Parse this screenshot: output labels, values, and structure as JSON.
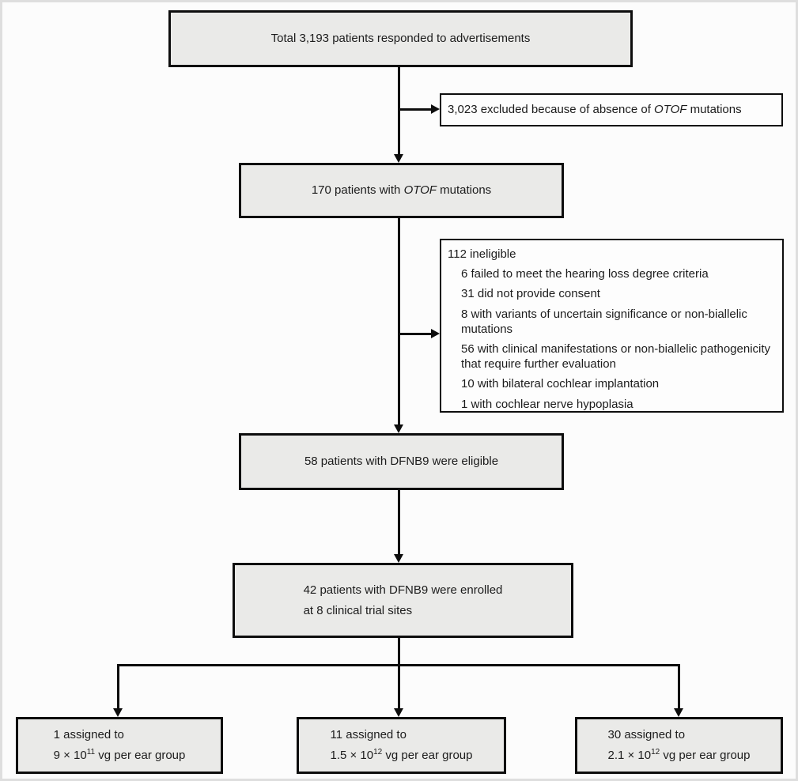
{
  "diagram": {
    "total_box": {
      "text": "Total 3,193 patients responded to advertisements"
    },
    "excluded_box": {
      "prefix": "3,023 excluded because of absence of ",
      "gene": "OTOF",
      "suffix": " mutations"
    },
    "otof_box": {
      "prefix": "170 patients with ",
      "gene": "OTOF",
      "suffix": " mutations"
    },
    "ineligible_box": {
      "header": "112 ineligible",
      "items": [
        "6 failed to meet the hearing loss degree criteria",
        "31 did not provide consent",
        "8 with variants of uncertain significance or non-biallelic mutations",
        "56 with clinical manifestations or non-biallelic pathogenicity that require further evaluation",
        "10 with bilateral cochlear implantation",
        "1 with cochlear nerve hypoplasia"
      ]
    },
    "eligible_box": {
      "text": "58 patients with DFNB9 were eligible"
    },
    "enrolled_box": {
      "line1": "42 patients with DFNB9 were enrolled",
      "line2": "at 8 clinical trial sites"
    },
    "groups": [
      {
        "line1": "1 assigned to",
        "dose_base": "9 × 10",
        "dose_exp": "11",
        "dose_rest": " vg per ear group"
      },
      {
        "line1": "11 assigned to",
        "dose_base": "1.5 × 10",
        "dose_exp": "12",
        "dose_rest": " vg per ear group"
      },
      {
        "line1": "30 assigned to",
        "dose_base": "2.1 × 10",
        "dose_exp": "12",
        "dose_rest": " vg per ear group"
      }
    ],
    "colors": {
      "box_fill": "#eaeae8",
      "side_box_fill": "#fdfdfd",
      "border": "#0d0d0d",
      "background": "#fcfcfc"
    }
  }
}
